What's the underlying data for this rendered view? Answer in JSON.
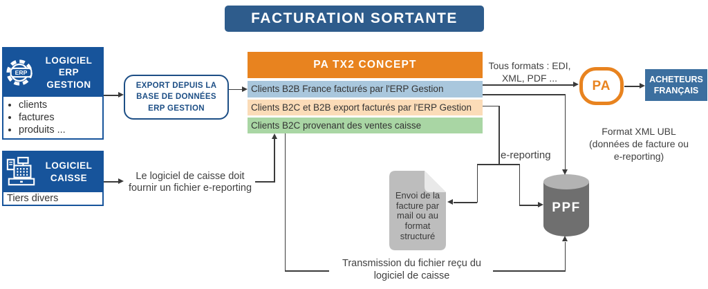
{
  "title": "FACTURATION SORTANTE",
  "erp": {
    "title": "LOGICIEL\nERP\nGESTION",
    "icon": "gear-erp-icon",
    "items": [
      "clients",
      "factures",
      "produits ..."
    ]
  },
  "caisse": {
    "title": "LOGICIEL\nCAISSE",
    "icon": "cash-register-icon",
    "footer": "Tiers divers"
  },
  "export_box": {
    "label": "EXPORT DEPUIS LA\nBASE DE DONNÉES\nERP GESTION"
  },
  "pa_tx2": {
    "header": "PA TX2 CONCEPT",
    "rows": [
      {
        "label": "Clients B2B France facturés par l'ERP Gestion",
        "color": "#a9c7dd"
      },
      {
        "label": "Clients B2C et B2B export facturés par l'ERP Gestion",
        "color": "#fbdcb8"
      },
      {
        "label": "Clients B2C provenant des ventes caisse",
        "color": "#a9d6a4"
      }
    ]
  },
  "pa_node": {
    "label": "PA"
  },
  "acheteurs": {
    "label": "ACHETEURS\nFRANÇAIS"
  },
  "ppf": {
    "label": "PPF",
    "icon": "database-cylinder-icon"
  },
  "document_node": {
    "label": "Envoi de la\nfacture par\nmail ou au\nformat\nstructuré",
    "icon": "document-icon"
  },
  "annotations": {
    "tous_formats": "Tous formats : EDI,\nXML, PDF ...",
    "format_xml_ubl": "Format XML UBL\n(données de facture ou\ne-reporting)",
    "e_reporting": "e-reporting",
    "caisse_note": "Le logiciel de caisse doit\nfournir un fichier e-reporting",
    "transmission": "Transmission du fichier reçu du\nlogiciel de caisse"
  },
  "colors": {
    "navy_title": "#2e5c8c",
    "box_blue": "#17549b",
    "accent_orange": "#e8831f",
    "acheteurs_blue": "#3c6f9f",
    "row_blue": "#a9c7dd",
    "row_orange": "#fbdcb8",
    "row_green": "#a9d6a4",
    "ppf_gray": "#6f6f6f",
    "line": "#3a3a3a"
  }
}
